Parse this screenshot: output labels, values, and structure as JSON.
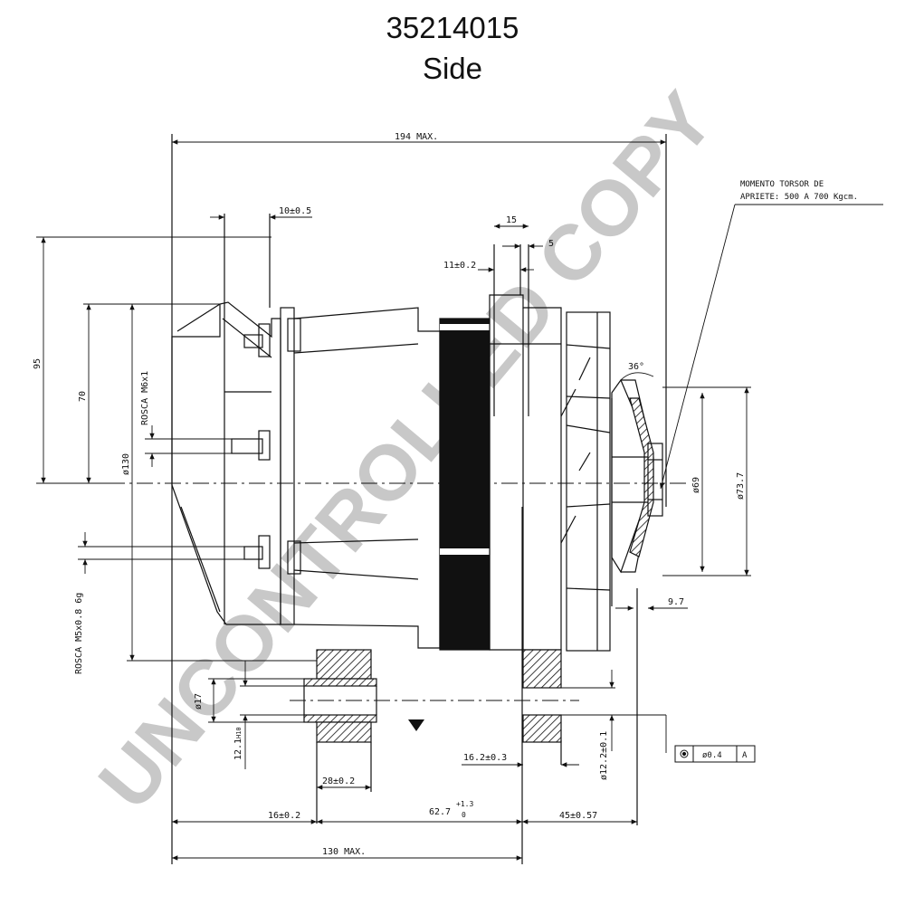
{
  "header": {
    "part_number": "35214015",
    "view": "Side"
  },
  "watermark": "UNCONTROLLED COPY",
  "torque_note": {
    "line1": "MOMENTO TORSOR DE",
    "line2": "APRIETE: 500 A 700 Kgcm."
  },
  "dimensions": {
    "overall_length": "194 MAX.",
    "flange_width": "10±0.5",
    "pulley_width": "15",
    "pulley_offset": "5",
    "groove_depth": "11±0.2",
    "height_95": "95",
    "height_70": "70",
    "thread_m6": "ROSCA M6x1",
    "body_dia": "ø130",
    "thread_m5": "ROSCA M5x0.8 6g",
    "angle": "36°",
    "pulley_dia_69": "ø69",
    "pulley_dia_73": "ø73.7",
    "pulley_hub": "9.7",
    "bore_17": "ø17",
    "bore_12_1": "12.1",
    "bore_12_1_tol": "H10",
    "bore_12_2": "ø12.2±0.1",
    "offset_16_2": "16.2±0.3",
    "lug_28": "28±0.2",
    "mount_16": "16±0.2",
    "mount_62_7": "62.7",
    "mount_62_7_tol_up": "+1.3",
    "mount_62_7_tol_dn": "0",
    "mount_45": "45±0.57",
    "body_length": "130 MAX."
  },
  "tolerance_frame": {
    "symbol": "concentricity-icon",
    "value": "ø0.4",
    "datum": "A"
  },
  "colors": {
    "line": "#111111",
    "watermark": "#c8c8c8"
  }
}
